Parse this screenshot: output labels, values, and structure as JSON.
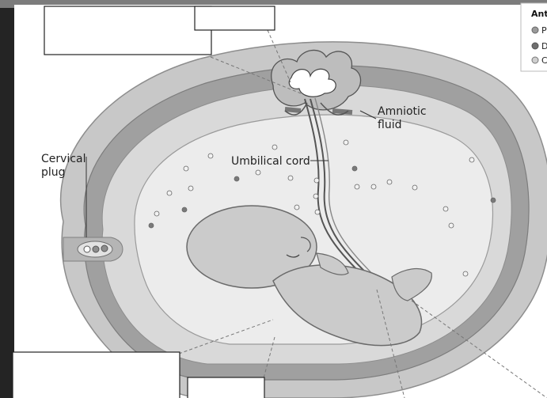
{
  "labels": {
    "cervical": [
      "Cervical",
      "plug"
    ],
    "umbilical": "Umbilical cord",
    "amniotic": [
      "Amniotic",
      "fluid"
    ]
  },
  "legend": {
    "title": "Ant",
    "items": [
      {
        "text": "P",
        "color": "#9a9a9a"
      },
      {
        "text": "D",
        "color": "#6f6f6f"
      },
      {
        "text": "C",
        "color": "#cfcfcf"
      }
    ]
  },
  "empty_boxes": [
    "top-left-answer-box",
    "top-small-answer-box",
    "bottom-left-answer-box",
    "bottom-center-answer-box"
  ],
  "colors": {
    "background": "#1e1e1e",
    "outer_uterus": "#c6c6c6",
    "inner_band": "#9f9f9f",
    "amniotic_sac": "#e9e9e9",
    "fetus": "#c9c9c9"
  }
}
